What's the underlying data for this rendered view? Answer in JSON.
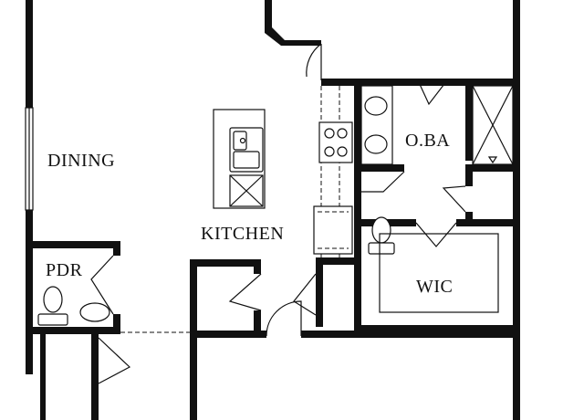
{
  "floorplan": {
    "rooms": {
      "dining": "DINING",
      "kitchen": "KITCHEN",
      "owners_bath": "O.BA",
      "powder": "PDR",
      "walk_in_closet": "WIC"
    }
  }
}
